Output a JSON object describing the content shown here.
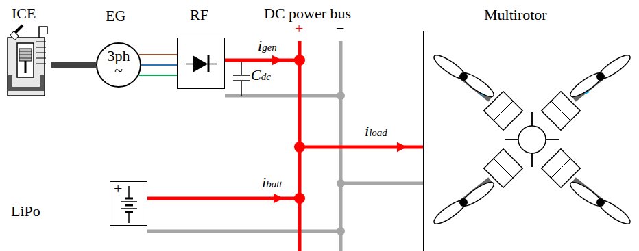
{
  "diagram": {
    "nodes": [
      {
        "text": [
          "ICE"
        ]
      },
      {
        "text": [
          "EG",
          "3ph ~"
        ]
      },
      {
        "text": [
          "RF"
        ]
      },
      {
        "text": [
          "Multirotor"
        ]
      },
      {
        "text": [
          "LiPo"
        ]
      }
    ],
    "edges": [
      {
        "from": 0,
        "to": 1,
        "arrow": "none"
      },
      {
        "from": 1,
        "to": 2,
        "arrow": "none"
      }
    ],
    "labels": [
      "DC power bus",
      "+",
      "−",
      "igen",
      "Cdc",
      "iload",
      "ibatt",
      "+"
    ]
  }
}
